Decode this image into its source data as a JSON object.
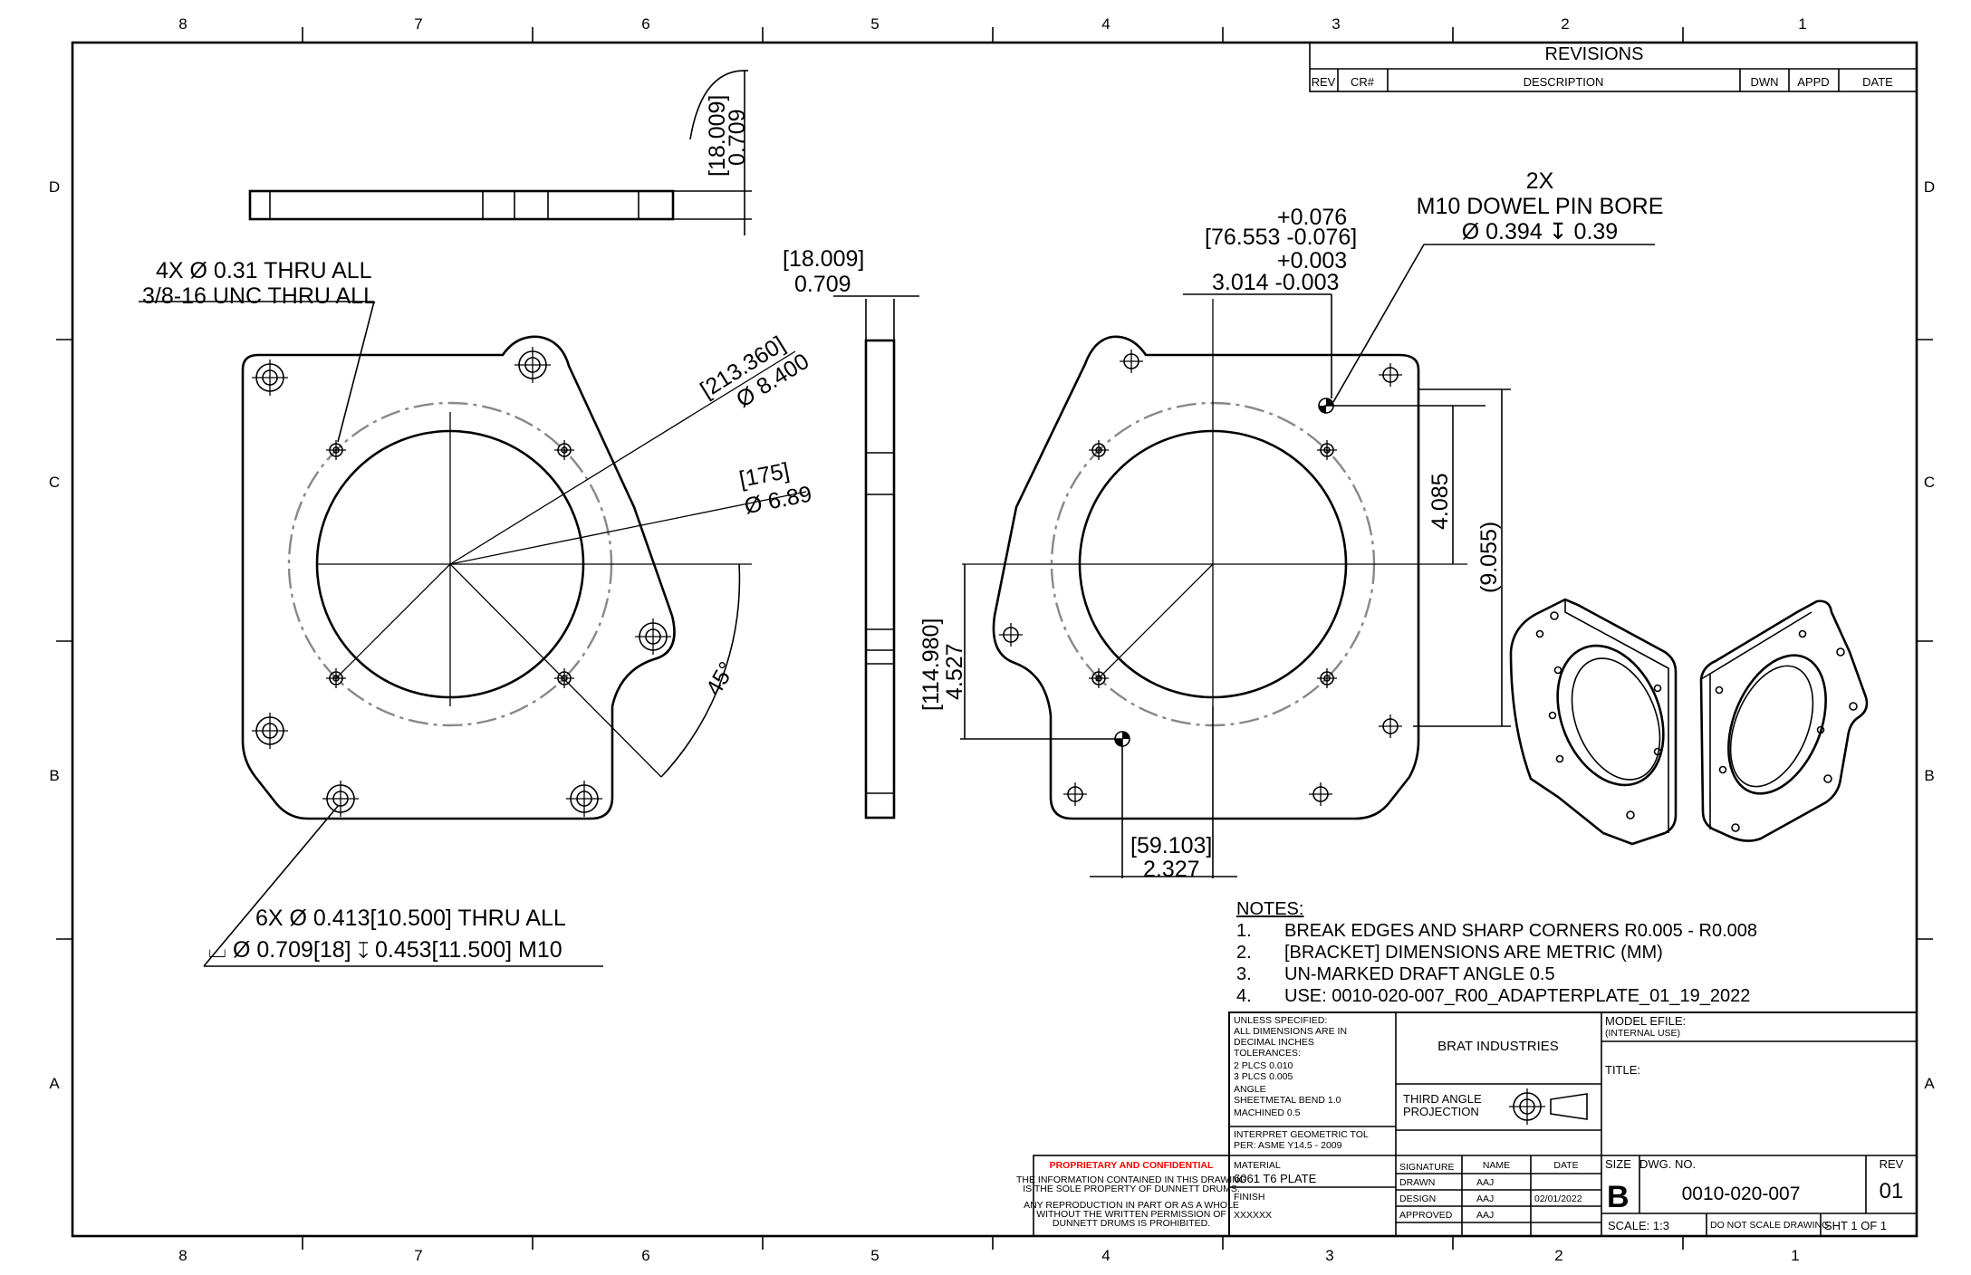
{
  "zones": {
    "columns": [
      "8",
      "7",
      "6",
      "5",
      "4",
      "3",
      "2",
      "1"
    ],
    "rows": [
      "D",
      "C",
      "B",
      "A"
    ]
  },
  "revisions": {
    "title": "REVISIONS",
    "headers": [
      "REV",
      "CR#",
      "DESCRIPTION",
      "DWN",
      "APPD",
      "DATE"
    ]
  },
  "left_view": {
    "thread_callout": [
      "4X Ø 0.31 THRU ALL",
      "3/8-16 UNC  THRU ALL"
    ],
    "bolt_circle_dim": [
      "[213.360]",
      "Ø 8.400"
    ],
    "bore_dim": [
      "[175]",
      "Ø 6.89"
    ],
    "angle_dim": "45°",
    "hole_callout": [
      "6X Ø 0.413[10.500] THRU ALL",
      "⌴ Ø 0.709[18] ↧ 0.453[11.500] M10"
    ]
  },
  "top_view": {
    "thickness_dim": [
      "[18.009]",
      "0.709"
    ]
  },
  "side_view": {
    "thickness_dim": [
      "[18.009]",
      "0.709"
    ]
  },
  "right_view": {
    "dowel_callout": [
      "2X",
      "M10 DOWEL PIN BORE",
      "Ø 0.394 ↧ 0.39"
    ],
    "horizontal_dim": [
      "+0.076",
      "[76.553 -0.076]",
      "+0.003",
      "3.014 -0.003"
    ],
    "vertical_dim_1": "4.085",
    "vertical_dim_2": "(9.055)",
    "left_dim": [
      "[114.980]",
      "4.527"
    ],
    "bottom_dim": [
      "[59.103]",
      "2.327"
    ]
  },
  "notes": {
    "title": "NOTES:",
    "items": [
      {
        "num": "1.",
        "text": "BREAK EDGES AND SHARP CORNERS R0.005 - R0.008"
      },
      {
        "num": "2.",
        "text": "[BRACKET] DIMENSIONS ARE METRIC (MM)"
      },
      {
        "num": "3.",
        "text": "UN-MARKED DRAFT ANGLE 0.5"
      },
      {
        "num": "4.",
        "text": "USE: 0010-020-007_R00_ADAPTERPLATE_01_19_2022"
      }
    ]
  },
  "title_block": {
    "tolerances": [
      "UNLESS SPECIFIED:",
      "ALL DIMENSIONS ARE IN",
      "DECIMAL INCHES",
      "TOLERANCES:",
      "2 PLCS 0.010",
      "3 PLCS 0.005",
      "ANGLE",
      "SHEETMETAL BEND  1.0",
      "MACHINED  0.5"
    ],
    "interpret": [
      "INTERPRET GEOMETRIC TOL",
      "PER: ASME Y14.5 - 2009"
    ],
    "company": "BRAT INDUSTRIES",
    "projection": [
      "THIRD ANGLE",
      "PROJECTION"
    ],
    "model_efile": "MODEL EFILE:",
    "model_efile_value": "(INTERNAL USE)",
    "title_label": "TITLE:",
    "sig_headers": [
      "SIGNATURE",
      "NAME",
      "DATE"
    ],
    "rows": [
      {
        "label": "DRAWN",
        "name": "AAJ",
        "date": ""
      },
      {
        "label": "DESIGN",
        "name": "AAJ",
        "date": "02/01/2022"
      },
      {
        "label": "APPROVED",
        "name": "AAJ",
        "date": ""
      }
    ],
    "material_label": "MATERIAL",
    "material": "6061 T6 PLATE",
    "finish_label": "FINISH",
    "finish": "XXXXXX",
    "proprietary_title": "PROPRIETARY AND CONFIDENTIAL",
    "proprietary_text_1": [
      "THE INFORMATION CONTAINED IN THIS DRAWING",
      "IS THE SOLE PROPERTY OF DUNNETT DRUMS."
    ],
    "proprietary_text_2": [
      "ANY REPRODUCTION IN PART OR AS A WHOLE",
      "WITHOUT THE WRITTEN PERMISSION OF",
      "DUNNETT DRUMS IS PROHIBITED."
    ],
    "size_label": "SIZE",
    "size": "B",
    "dwg_no_label": "DWG.  NO.",
    "dwg_no": "0010-020-007",
    "rev_label": "REV",
    "rev": "01",
    "scale": "SCALE: 1:3",
    "do_not_scale": "DO NOT SCALE DRAWING",
    "sheet": "SHT  1  OF  1"
  },
  "colors": {
    "line": "#000000",
    "bolt_circle": "#888888",
    "proprietary": "#ff0000"
  }
}
